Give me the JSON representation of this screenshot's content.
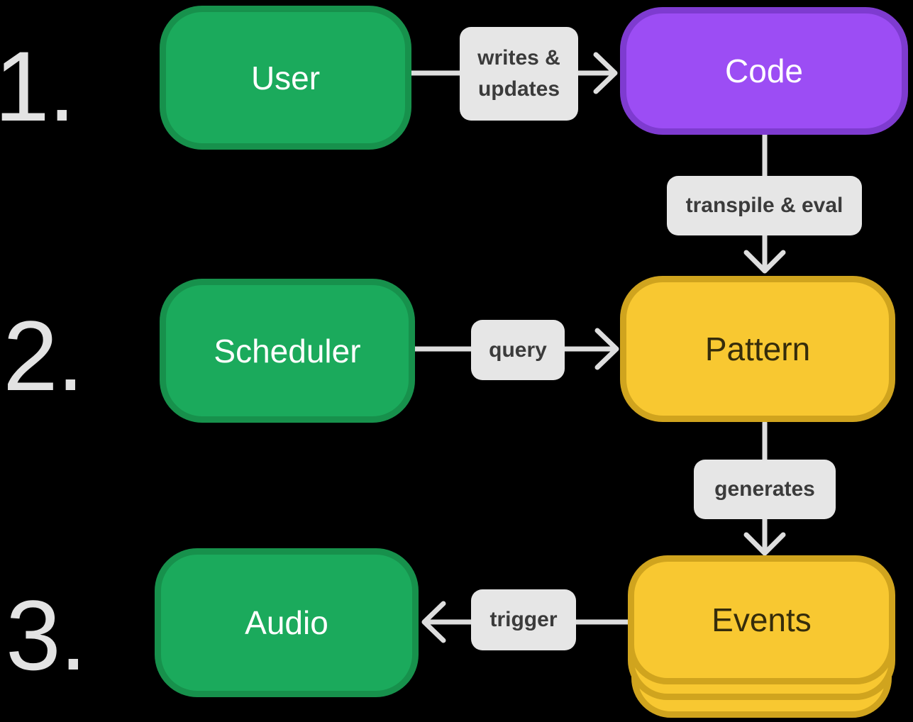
{
  "colors": {
    "background": "#000000",
    "green_fill": "#1BAA5C",
    "green_border": "#17914C",
    "purple_fill": "#9C4DF4",
    "purple_border": "#7E3BD0",
    "yellow_fill": "#F8C831",
    "yellow_border": "#D0A41E",
    "edge_label_bg": "#E6E6E6",
    "edge_label_text": "#3B3B3B",
    "arrow": "#DEDEDE",
    "step_number_text": "#E3E3E3",
    "node_text_light": "#FFFFFF",
    "node_text_dark": "#352C0B"
  },
  "steps": [
    {
      "number": "1."
    },
    {
      "number": "2."
    },
    {
      "number": "3."
    }
  ],
  "nodes": {
    "user": {
      "label": "User"
    },
    "code": {
      "label": "Code"
    },
    "scheduler": {
      "label": "Scheduler"
    },
    "pattern": {
      "label": "Pattern"
    },
    "audio": {
      "label": "Audio"
    },
    "events": {
      "label": "Events"
    }
  },
  "edges": {
    "writes_updates": {
      "label": "writes & updates",
      "from": "user",
      "to": "code"
    },
    "transpile_eval": {
      "label": "transpile & eval",
      "from": "code",
      "to": "pattern"
    },
    "query": {
      "label": "query",
      "from": "scheduler",
      "to": "pattern"
    },
    "generates": {
      "label": "generates",
      "from": "pattern",
      "to": "events"
    },
    "trigger": {
      "label": "trigger",
      "from": "events",
      "to": "audio"
    }
  }
}
